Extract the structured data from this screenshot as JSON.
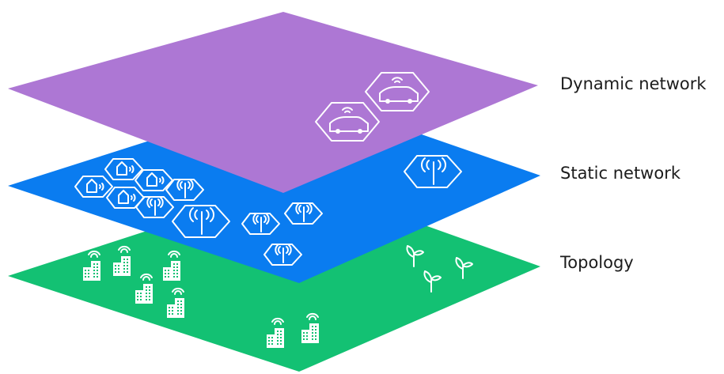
{
  "layers": [
    {
      "id": "dynamic",
      "label": "Dynamic network",
      "color": "#AD77D4"
    },
    {
      "id": "static",
      "label": "Static network",
      "color": "#0A7CF0"
    },
    {
      "id": "topology",
      "label": "Topology",
      "color": "#13C173"
    }
  ],
  "icons": {
    "dynamic": [
      "car-hex-icon",
      "car-hex-icon"
    ],
    "static": [
      "house-hex-icon",
      "antenna-hex-icon"
    ],
    "topology": [
      "building-icon",
      "plant-icon"
    ]
  }
}
